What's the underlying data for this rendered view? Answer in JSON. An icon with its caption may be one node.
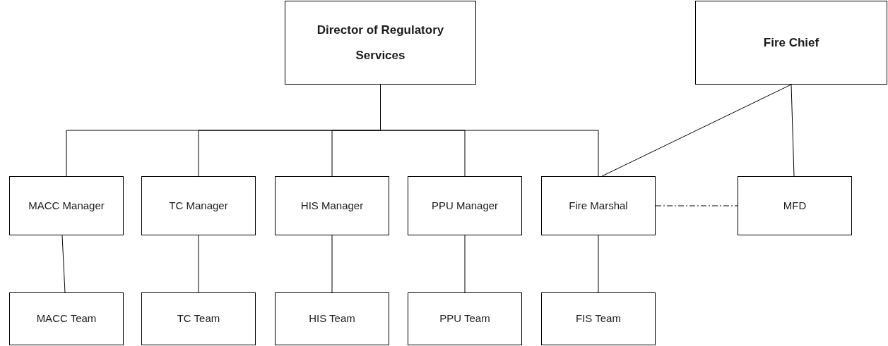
{
  "diagram": {
    "nodes": [
      {
        "text": [
          "Director of Regulatory Services"
        ]
      },
      {
        "text": [
          "Fire Chief"
        ]
      },
      {
        "text": [
          "MACC Manager"
        ]
      },
      {
        "text": [
          "TC Manager"
        ]
      },
      {
        "text": [
          "HIS Manager"
        ]
      },
      {
        "text": [
          "PPU Manager"
        ]
      },
      {
        "text": [
          "Fire Marshal"
        ]
      },
      {
        "text": [
          "MFD"
        ]
      },
      {
        "text": [
          "MACC Team"
        ]
      },
      {
        "text": [
          "TC Team"
        ]
      },
      {
        "text": [
          "HIS Team"
        ]
      },
      {
        "text": [
          "PPU Team"
        ]
      },
      {
        "text": [
          "FIS Team"
        ]
      }
    ],
    "edges": [
      {
        "from": 0,
        "to": 2,
        "arrow": "none"
      },
      {
        "from": 0,
        "to": 3,
        "arrow": "none"
      },
      {
        "from": 0,
        "to": 4,
        "arrow": "none"
      },
      {
        "from": 0,
        "to": 5,
        "arrow": "none"
      },
      {
        "from": 0,
        "to": 6,
        "arrow": "none"
      },
      {
        "from": 1,
        "to": 6,
        "arrow": "none"
      },
      {
        "from": 1,
        "to": 7,
        "arrow": "none"
      },
      {
        "from": 6,
        "to": 7,
        "arrow": "none",
        "style": "dashed"
      },
      {
        "from": 2,
        "to": 8,
        "arrow": "none"
      },
      {
        "from": 3,
        "to": 9,
        "arrow": "none"
      },
      {
        "from": 4,
        "to": 10,
        "arrow": "none"
      },
      {
        "from": 5,
        "to": 11,
        "arrow": "none"
      },
      {
        "from": 6,
        "to": 12,
        "arrow": "none"
      }
    ]
  }
}
